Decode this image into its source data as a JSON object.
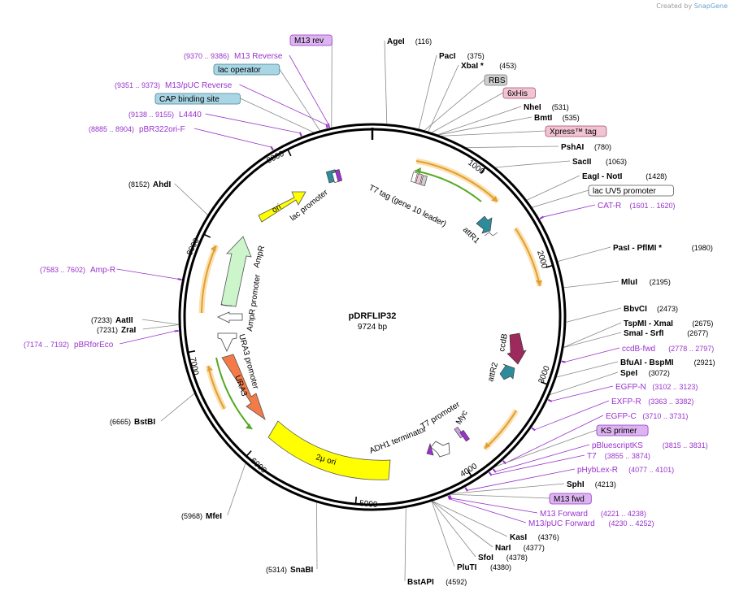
{
  "watermark": {
    "prefix": "Created by",
    "brand": "SnapGene"
  },
  "plasmid": {
    "name": "pDRFLIP32",
    "length_label": "9724 bp",
    "length": 9724
  },
  "ticks": [
    "1000",
    "2000",
    "3000",
    "4000",
    "5000",
    "6000",
    "7000",
    "8000",
    "9000"
  ],
  "sites": [
    {
      "name": "AgeI",
      "pos": "(116)"
    },
    {
      "name": "PacI",
      "pos": "(375)"
    },
    {
      "name": "XbaI *",
      "pos": "(453)"
    },
    {
      "name": "NheI",
      "pos": "(531)"
    },
    {
      "name": "BmtI",
      "pos": "(535)"
    },
    {
      "name": "PshAI",
      "pos": "(780)"
    },
    {
      "name": "SacII",
      "pos": "(1063)"
    },
    {
      "name": "EagI - NotI",
      "pos": "(1428)"
    },
    {
      "name": "PasI - PflMI *",
      "pos": "(1980)"
    },
    {
      "name": "MluI",
      "pos": "(2195)"
    },
    {
      "name": "BbvCI",
      "pos": "(2473)"
    },
    {
      "name": "TspMI - XmaI",
      "pos": "(2675)"
    },
    {
      "name": "SmaI - SrfI",
      "pos": "(2677)"
    },
    {
      "name": "BfuAI - BspMI",
      "pos": "(2921)"
    },
    {
      "name": "SpeI",
      "pos": "(3072)"
    },
    {
      "name": "SphI",
      "pos": "(4213)"
    },
    {
      "name": "KasI",
      "pos": "(4376)"
    },
    {
      "name": "NarI",
      "pos": "(4377)"
    },
    {
      "name": "SfoI",
      "pos": "(4378)"
    },
    {
      "name": "PluTI",
      "pos": "(4380)"
    },
    {
      "name": "BstAPI",
      "pos": "(4592)"
    },
    {
      "name": "SnaBI",
      "pos": "(5314)"
    },
    {
      "name": "MfeI",
      "pos": "(5968)"
    },
    {
      "name": "BstBI",
      "pos": "(6665)"
    },
    {
      "name": "AatII",
      "pos": "(7233)"
    },
    {
      "name": "ZraI",
      "pos": "(7231)"
    },
    {
      "name": "AhdI",
      "pos": "(8152)"
    }
  ],
  "primers": [
    {
      "name": "M13 Reverse",
      "pos": "(9370 .. 9386)"
    },
    {
      "name": "M13/pUC Reverse",
      "pos": "(9351 .. 9373)"
    },
    {
      "name": "L4440",
      "pos": "(9138 .. 9155)"
    },
    {
      "name": "pBR322ori-F",
      "pos": "(8885 .. 8904)"
    },
    {
      "name": "Amp-R",
      "pos": "(7583 .. 7602)"
    },
    {
      "name": "pBRforEco",
      "pos": "(7174 .. 7192)"
    },
    {
      "name": "CAT-R",
      "pos": "(1601 .. 1620)"
    },
    {
      "name": "ccdB-fwd",
      "pos": "(2778 .. 2797)"
    },
    {
      "name": "EGFP-N",
      "pos": "(3102 .. 3123)"
    },
    {
      "name": "EXFP-R",
      "pos": "(3363 .. 3382)"
    },
    {
      "name": "EGFP-C",
      "pos": "(3710 .. 3731)"
    },
    {
      "name": "pBluescriptKS",
      "pos": "(3815 .. 3831)"
    },
    {
      "name": "T7",
      "pos": "(3855 .. 3874)"
    },
    {
      "name": "pHybLex-R",
      "pos": "(4077 .. 4101)"
    },
    {
      "name": "M13 Forward",
      "pos": "(4221 .. 4238)"
    },
    {
      "name": "M13/pUC Forward",
      "pos": "(4230 .. 4252)"
    }
  ],
  "boxes": [
    {
      "name": "M13 rev",
      "color": "#dcb4f0",
      "border": "#9933cc"
    },
    {
      "name": "lac operator",
      "color": "#a9d6e5",
      "border": "#4a7f90"
    },
    {
      "name": "CAP binding site",
      "color": "#a9d6e5",
      "border": "#4a7f90"
    },
    {
      "name": "RBS",
      "color": "#cfcfcf",
      "border": "#7a7a7a"
    },
    {
      "name": "6xHis",
      "color": "#f2c4d2",
      "border": "#a05070"
    },
    {
      "name": "Xpress™ tag",
      "color": "#f2c4d2",
      "border": "#a05070"
    },
    {
      "name": "lac UV5 promoter",
      "color": "#ffffff",
      "border": "#555555"
    },
    {
      "name": "KS primer",
      "color": "#dcb4f0",
      "border": "#9933cc"
    },
    {
      "name": "M13 fwd",
      "color": "#dcb4f0",
      "border": "#9933cc"
    }
  ],
  "features": [
    {
      "name": "ori",
      "color": "#ffff00"
    },
    {
      "name": "lac promoter",
      "color": "#ffffff"
    },
    {
      "name": "AmpR",
      "color": "#ccf5cc"
    },
    {
      "name": "AmpR promoter",
      "color": "#ffffff"
    },
    {
      "name": "URA3 promoter",
      "color": "#ffffff"
    },
    {
      "name": "URA3",
      "color": "#f47b48"
    },
    {
      "name": "2μ ori",
      "color": "#ffff00"
    },
    {
      "name": "ADH1 terminator",
      "color": "#ffffff"
    },
    {
      "name": "T7 promoter",
      "color": "#ffffff"
    },
    {
      "name": "Myc",
      "color": "#c8a0e0"
    },
    {
      "name": "attR2",
      "color": "#2f8a9a"
    },
    {
      "name": "ccdB",
      "color": "#9c2a5c"
    },
    {
      "name": "attR1",
      "color": "#2f8a9a"
    },
    {
      "name": "T7 tag (gene 10 leader)",
      "color": "#ffffff"
    }
  ],
  "colors": {
    "backbone": "#000000",
    "primer": "#9933cc",
    "orf_arrow": "#e0a030",
    "orf_glow": "#fbe0b0",
    "translation_arrow": "#55aa22",
    "connector": "#888888"
  }
}
